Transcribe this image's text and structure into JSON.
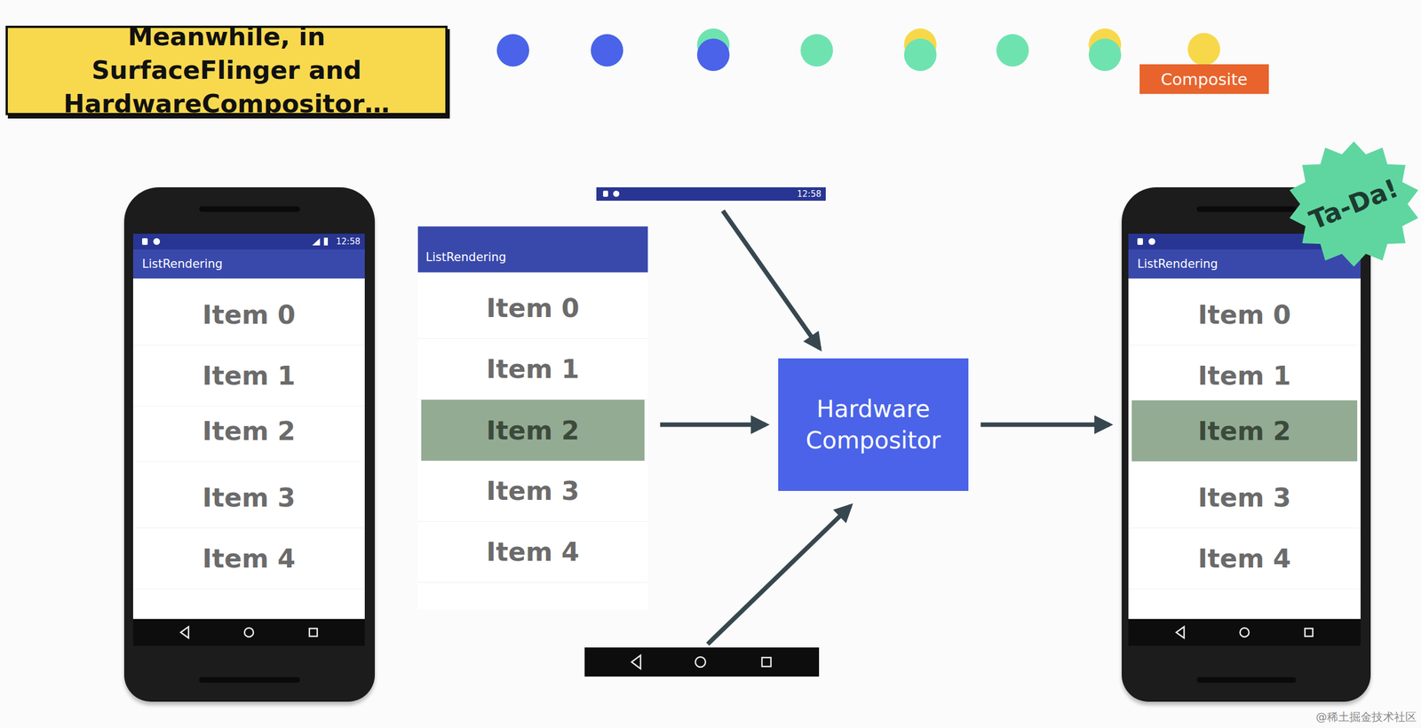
{
  "diagram": {
    "title": "Meanwhile, in SurfaceFlinger and HardwareCompositor…",
    "nodes": [
      {
        "text": [
          "12:58"
        ]
      },
      {
        "text": [
          "ListRendering",
          "Item 0",
          "Item 1",
          "Item 2",
          "Item 3",
          "Item 4"
        ]
      },
      {
        "text": [
          "Hardware Compositor"
        ]
      },
      {
        "text": [
          "ListRendering",
          "Item 0",
          "Item 1",
          "Item 2",
          "Item 3",
          "Item 4"
        ]
      }
    ],
    "edges": [
      {
        "from": 0,
        "to": 2,
        "arrow": "to"
      },
      {
        "from": 1,
        "to": 2,
        "arrow": "to"
      },
      {
        "from": 2,
        "to": 3,
        "arrow": "to"
      }
    ],
    "labels": [
      "Composite",
      "12:58",
      "ListRendering",
      "Item 0",
      "Item 1",
      "Item 2",
      "Item 3",
      "Item 4",
      "Ta-Da!",
      "@稀土掘金技术社区"
    ]
  }
}
